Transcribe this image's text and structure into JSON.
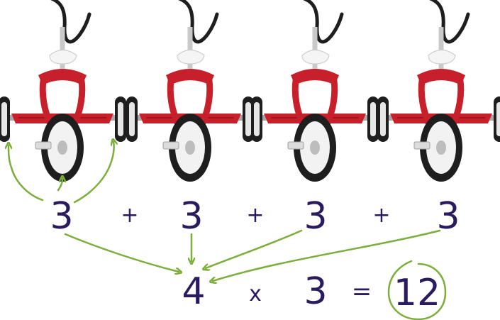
{
  "tricycles": [
    {
      "name": "tricycle-1",
      "wheels": 3
    },
    {
      "name": "tricycle-2",
      "wheels": 3
    },
    {
      "name": "tricycle-3",
      "wheels": 3
    },
    {
      "name": "tricycle-4",
      "wheels": 3
    }
  ],
  "addition_row": {
    "terms": [
      "3",
      "3",
      "3",
      "3"
    ],
    "operators": [
      "+",
      "+",
      "+"
    ]
  },
  "multiplication_row": {
    "factor_a": "4",
    "times_sign": "x",
    "factor_b": "3",
    "equals_sign": "=",
    "result": "12"
  },
  "colors": {
    "numbers": "#2a1a5e",
    "arrows": "#7cae3c",
    "frame": "#c8202a",
    "tire": "#1e1e1e",
    "chrome": "#d8d8d8"
  }
}
